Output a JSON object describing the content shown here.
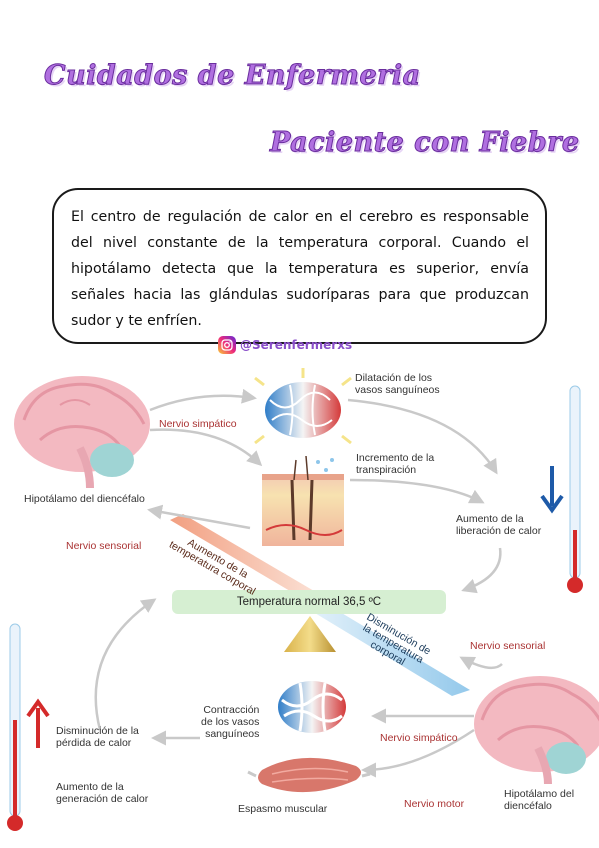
{
  "title_line1": "Cuidados de Enfermeria",
  "title_line2": "Paciente con Fiebre",
  "intro_text": "El centro de regulación de calor en el cerebro es responsable del nivel constante de la temperatura corporal. Cuando el hipotálamo detecta que la temperatura es superior, envía señales hacia las glándulas sudoríparas para que produzcan sudor y te enfríen.",
  "handle": "@Serenfermerxs",
  "diagram": {
    "normal_temp": "Temperatura normal 36,5 ºC",
    "increase_band": [
      "Aumento de la",
      "temperatura corporal"
    ],
    "decrease_band": [
      "Disminución de",
      "la temperatura",
      "corporal"
    ],
    "top": {
      "hypothalamus": "Hipotálamo del diencéfalo",
      "sympathetic": "Nervio simpático",
      "vasodilation": [
        "Dilatación de los",
        "vasos sanguíneos"
      ],
      "perspiration": [
        "Incremento de la",
        "transpiración"
      ],
      "heat_release": [
        "Aumento de la",
        "liberación de calor"
      ],
      "sensory": "Nervio sensorial"
    },
    "bottom": {
      "sensory": "Nervio sensorial",
      "sympathetic": "Nervio simpático",
      "vasoconstriction": [
        "Contracción",
        "de los vasos",
        "sanguíneos"
      ],
      "heat_loss": [
        "Disminución de la",
        "pérdida de calor"
      ],
      "heat_gen": [
        "Aumento de la",
        "generación de calor"
      ],
      "motor": "Nervio motor",
      "spasm": "Espasmo muscular",
      "hypothalamus": [
        "Hipotálamo del",
        "diencéfalo"
      ]
    }
  },
  "colors": {
    "title": "#b06fe0",
    "arrow_down": "#1e5aa8",
    "arrow_up": "#d42a2a",
    "normal_bar": "#d6efd2"
  }
}
